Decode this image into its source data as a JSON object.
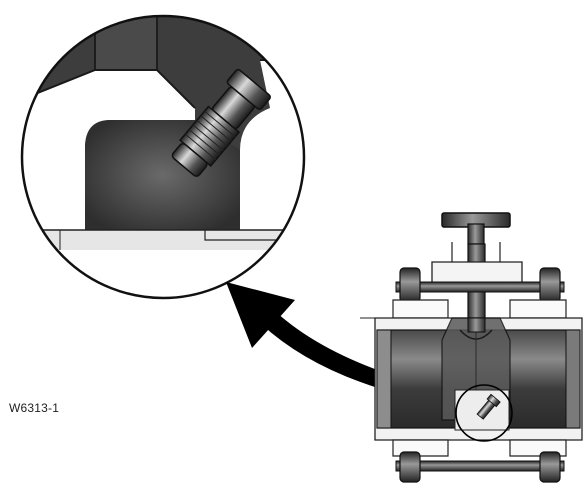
{
  "figure": {
    "code": "W6313-1"
  },
  "parts": {
    "magnified_view": "magnified-detail-circle",
    "valve_body": "valve-body-cross-section",
    "callout_arrow": "curved-arrow-icon",
    "plug": "drain-plug-icon"
  },
  "colors": {
    "metal_dark": "#3a3a3a",
    "metal_mid": "#6e6e6e",
    "metal_light": "#bdbdbd",
    "background": "#ffffff",
    "arrow": "#000000"
  }
}
